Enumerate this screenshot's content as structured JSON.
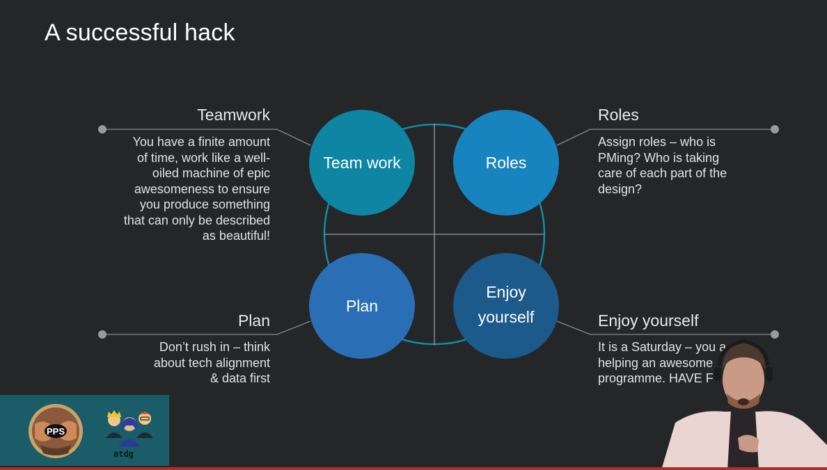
{
  "slide": {
    "title": "A successful hack"
  },
  "quadrants": {
    "teamwork": {
      "circle_label": "Team work",
      "heading": "Teamwork",
      "body": [
        "You have a finite amount",
        "of time, work like a well-",
        "oiled machine of epic",
        "awesomeness to ensure",
        "you produce something",
        "that can only be described",
        "as beautiful!"
      ]
    },
    "roles": {
      "circle_label": "Roles",
      "heading": "Roles",
      "body": [
        "Assign roles – who is",
        "PMing? Who is taking",
        "care of each part of the",
        "design?"
      ]
    },
    "plan": {
      "circle_label": "Plan",
      "heading": "Plan",
      "body": [
        "Don’t rush in – think",
        "about tech alignment",
        "& data first"
      ]
    },
    "enjoy": {
      "circle_label": [
        "Enjoy",
        "yourself"
      ],
      "heading": "Enjoy yourself",
      "body": [
        "It is a Saturday – you a",
        "helping an awesome",
        "programme. HAVE F"
      ]
    }
  },
  "logos": {
    "pps": "PPS",
    "tdg": "atdg"
  },
  "colors": {
    "background": "#252628",
    "teal_circle": "#0f8ea6",
    "blue_circle": "#1a7fbf",
    "plan_circle": "#2a6fb8",
    "enjoy_circle": "#1c5c8f",
    "logo_panel": "#1a5c68",
    "connector": "#8a8a8a"
  }
}
